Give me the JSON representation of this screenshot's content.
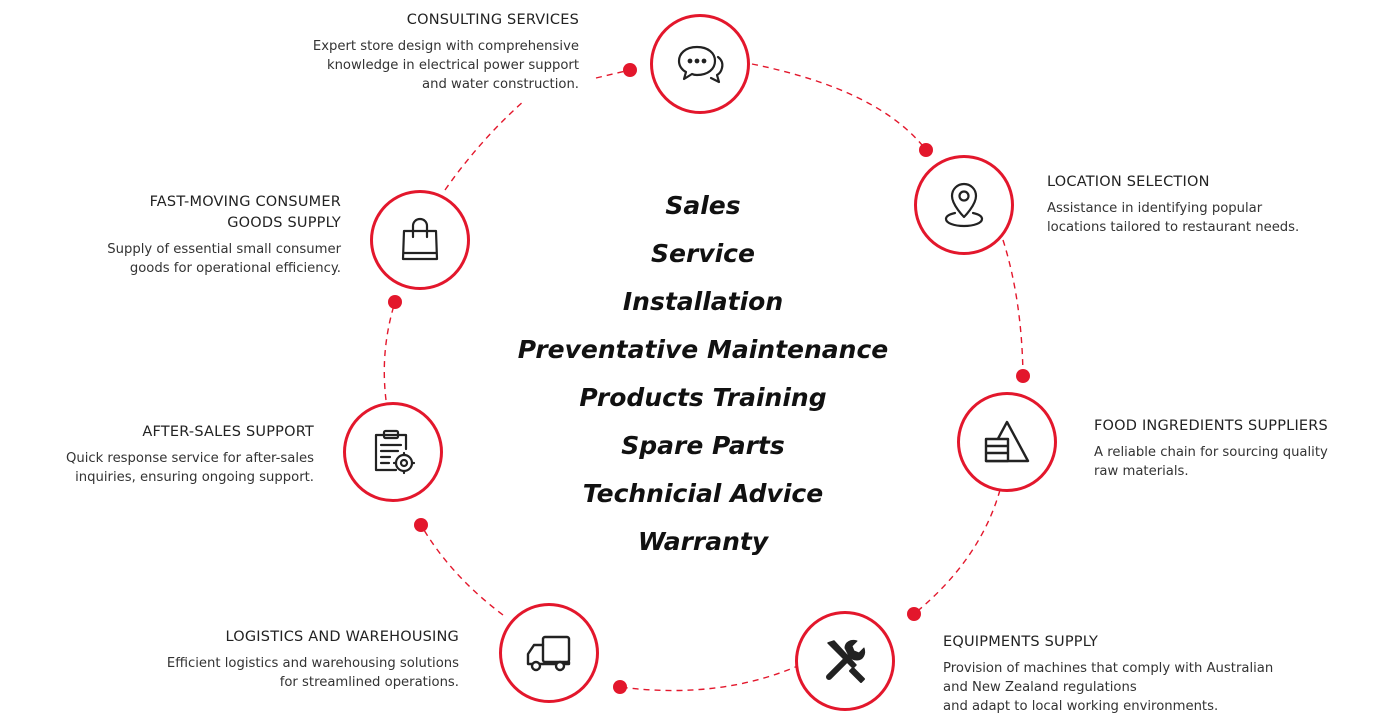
{
  "colors": {
    "accent": "#e3172c",
    "text": "#222222"
  },
  "center_items": [
    "Sales",
    "Service",
    "Installation",
    "Preventative Maintenance",
    "Products Training",
    "Spare Parts",
    "Technicial Advice",
    "Warranty"
  ],
  "nodes": [
    {
      "icon": "chat-bubbles-icon",
      "title": "CONSULTING SERVICES",
      "lines": [
        "Expert store design with comprehensive",
        "knowledge in electrical power support",
        "and water construction."
      ]
    },
    {
      "icon": "location-pin-icon",
      "title": "LOCATION SELECTION",
      "lines": [
        "Assistance in identifying popular",
        "locations tailored to restaurant needs."
      ]
    },
    {
      "icon": "ingredients-pile-icon",
      "title": "FOOD INGREDIENTS SUPPLIERS",
      "lines": [
        "A reliable chain for sourcing quality",
        "raw materials."
      ]
    },
    {
      "icon": "tools-icon",
      "title": "EQUIPMENTS SUPPLY",
      "lines": [
        "Provision of machines that comply with Australian",
        "and New Zealand regulations",
        "and adapt to local working environments."
      ]
    },
    {
      "icon": "truck-icon",
      "title": "LOGISTICS AND WAREHOUSING",
      "lines": [
        "Efficient logistics and warehousing solutions",
        "for streamlined operations."
      ]
    },
    {
      "icon": "clipboard-gear-icon",
      "title": "AFTER-SALES SUPPORT",
      "lines": [
        "Quick response service for after-sales",
        "inquiries, ensuring ongoing support."
      ]
    },
    {
      "icon": "shopping-bag-icon",
      "title_lines": [
        "FAST-MOVING CONSUMER",
        "GOODS SUPPLY"
      ],
      "lines": [
        "Supply of essential small consumer",
        "goods for operational efficiency."
      ]
    }
  ]
}
